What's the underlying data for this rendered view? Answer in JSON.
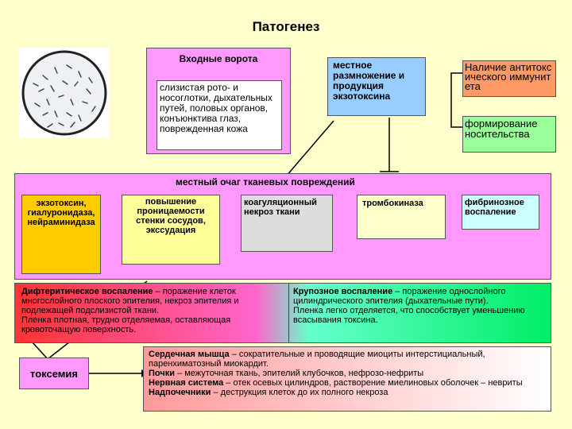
{
  "title": "Патогенез",
  "entry_gate": {
    "heading": "Входные ворота",
    "text": "слизистая рото- и носоглотки, дыхательных путей, половых органов, конъюнктива глаз, поврежденная кожа"
  },
  "local_reproduction": "местное размножение и продукция экзотоксина",
  "antitoxic_immunity": "Наличие антитоксического иммунитета",
  "carriage": "формирование носительства",
  "lesion_focus": {
    "heading": "местный очаг тканевых повреждений",
    "items": [
      "экзотоксин, гиалуронидаза, нейраминидаза",
      "повышение проницаемости стенки сосудов, экссудация",
      "коагуляционный некроз ткани",
      "тромбокиназа",
      "фибринозное воспаление"
    ]
  },
  "diphtheritic": {
    "term": "Дифтеритическое воспаление",
    "definition": " – поражение клеток многослойного плоского эпителия, некроз эпителия и подлежащей подслизистой ткани.",
    "note": "Пленка плотная, трудно отделяемая, оставляющая кровоточащую поверхность."
  },
  "croupous": {
    "term": "Крупозное воспаление",
    "definition": " – поражение однослойного цилиндрического эпителия (дыхательные пути).",
    "note": "Пленка легко отделяется, что способствует уменьшению всасывания токсина."
  },
  "toxemia": "токсемия",
  "organs": [
    {
      "name": "Сердечная мышца",
      "text": " – сократительные и проводящие миоциты интерстициальный, паренхиматозный миокардит."
    },
    {
      "name": "Почки",
      "text": " – межуточная ткань, эпителий клубочков, нефрозо-нефриты"
    },
    {
      "name": "Нервная система",
      "text": " – отек осевых цилиндров, растворение миелиновых оболочек – невриты"
    },
    {
      "name": "Надпочечники",
      "text": " – деструкция клеток до их полного некроза"
    }
  ],
  "colors": {
    "background": "#ffffcc",
    "magenta": "#ff99ff",
    "blue": "#99ccff",
    "salmon": "#ff9966",
    "yellow": "#ffcc00",
    "light_yellow": "#ffff99",
    "gray": "#dddddd",
    "red_gradient_start": "#ff3333",
    "green_gradient_end": "#00ee66"
  }
}
